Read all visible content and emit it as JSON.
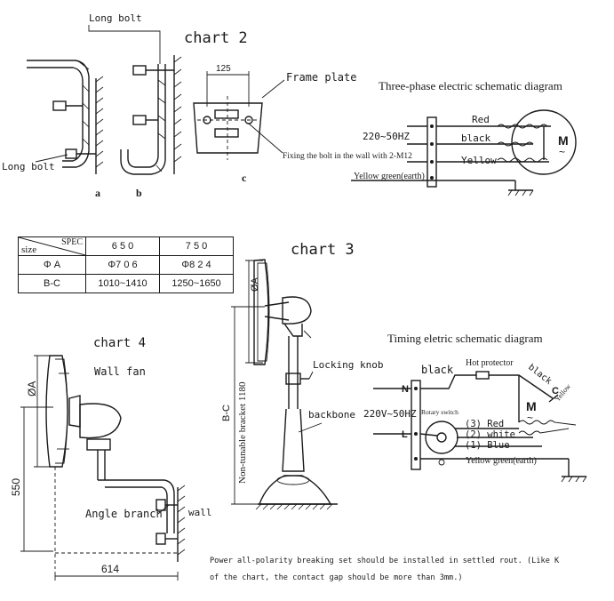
{
  "chart2": {
    "title": "chart 2",
    "long_bolt_top": "Long bolt",
    "long_bolt_bottom": "Long bolt",
    "label_a": "a",
    "label_b": "b",
    "label_c": "c",
    "dim_125": "125",
    "frame_plate": "Frame plate",
    "fixing_bolt": "Fixing the bolt in the wall with 2-M12"
  },
  "three_phase": {
    "title": "Three-phase electric schematic diagram",
    "supply": "220~50HZ",
    "red": "Red",
    "black": "black",
    "yellow": "Yellow",
    "earth": "Yellow green(earth)",
    "motor": "M",
    "motor_sub": "~"
  },
  "spec_table": {
    "header_spec": "SPEC",
    "header_size": "size",
    "col1": "6 5 0",
    "col2": "7 5 0",
    "rows": [
      {
        "label": "Φ A",
        "v1": "Φ7 0 6",
        "v2": "Φ8 2 4"
      },
      {
        "label": "B-C",
        "v1": "1010~1410",
        "v2": "1250~1650"
      }
    ]
  },
  "chart3": {
    "title": "chart 3",
    "dim_a": "ØA",
    "locking_knob": "Locking knob",
    "backbone": "backbone",
    "bc": "B-C",
    "bracket": "Non-tunable bracket 1180"
  },
  "chart4": {
    "title": "chart 4",
    "wall_fan": "Wall fan",
    "dim_a": "ØA",
    "dim_550": "550",
    "dim_614": "614",
    "angle_branch": "Angle branch",
    "wall": "wall"
  },
  "timing": {
    "title": "Timing eletric schematic diagram",
    "black_left": "black",
    "hot_protector": "Hot protector",
    "black_right": "black",
    "N": "N",
    "C": "C",
    "yellow": "Yellow",
    "rotary_switch": "Rotary switch",
    "supply": "220V~50HZ",
    "L": "L",
    "red": "(3) Red",
    "white": "(2) white",
    "blue": "(1)  Blue",
    "earth": "Yellow green(earth)",
    "motor": "M",
    "motor_sub": "~"
  },
  "note": {
    "line1": "Power all-polarity breaking set should be installed in settled rout. (Like K",
    "line2": "of the chart, the contact gap should be more than 3mm.)"
  }
}
